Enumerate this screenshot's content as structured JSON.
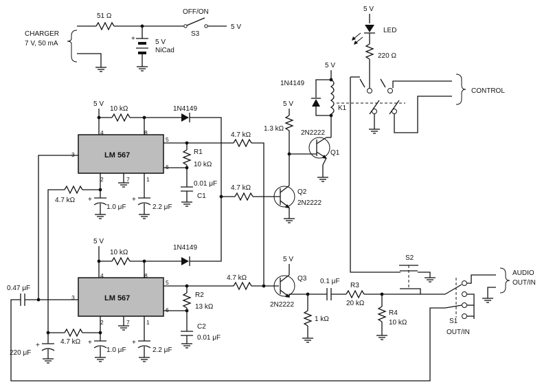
{
  "labels": {
    "charger": "CHARGER",
    "charger_rating": "7 V, 50 mA",
    "r_51": "51 Ω",
    "off_on": "OFF/ON",
    "s3": "S3",
    "v5": "5 V",
    "nicad": "NiCad",
    "plus": "+",
    "led": "LED",
    "r_220": "220 Ω",
    "control": "CONTROL",
    "d_1n4149": "1N4149",
    "k1": "K1",
    "q1": "Q1",
    "q2": "Q2",
    "q3": "Q3",
    "q_2n2222": "2N2222",
    "r_1_3k": "1.3 kΩ",
    "r_10k": "10 kΩ",
    "r_4_7k": "4.7 kΩ",
    "r1": "R1",
    "r2": "R2",
    "r3": "R3",
    "r4": "R4",
    "r_13k": "13 kΩ",
    "r_20k": "20 kΩ",
    "r_1k": "1 kΩ",
    "c1": "C1",
    "c2": "C2",
    "c_001uF": "0.01 μF",
    "c_01uF": "0.1 μF",
    "c_1uF": "1.0 μF",
    "c_2_2uF": "2.2 μF",
    "c_047uF": "0.47 μF",
    "c_220uF": "220 μF",
    "ic": "LM 567",
    "s1": "S1",
    "s2": "S2",
    "audio": "AUDIO",
    "out_in": "OUT/IN"
  },
  "pins": {
    "p1": "1",
    "p2": "2",
    "p3": "3",
    "p4": "4",
    "p5": "5",
    "p6": "6",
    "p7": "7",
    "p8": "8"
  }
}
